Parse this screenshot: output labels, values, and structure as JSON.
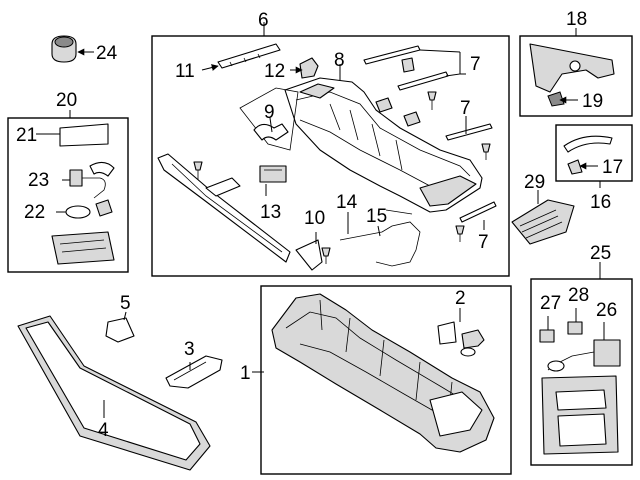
{
  "callouts": {
    "c1": "1",
    "c2": "2",
    "c3": "3",
    "c4": "4",
    "c5": "5",
    "c6": "6",
    "c7a": "7",
    "c7b": "7",
    "c7c": "7",
    "c8": "8",
    "c9": "9",
    "c10": "10",
    "c11": "11",
    "c12": "12",
    "c13": "13",
    "c14": "14",
    "c15": "15",
    "c16": "16",
    "c17": "17",
    "c18": "18",
    "c19": "19",
    "c20": "20",
    "c21": "21",
    "c22": "22",
    "c23": "23",
    "c24": "24",
    "c25": "25",
    "c26": "26",
    "c27": "27",
    "c28": "28",
    "c29": "29"
  }
}
